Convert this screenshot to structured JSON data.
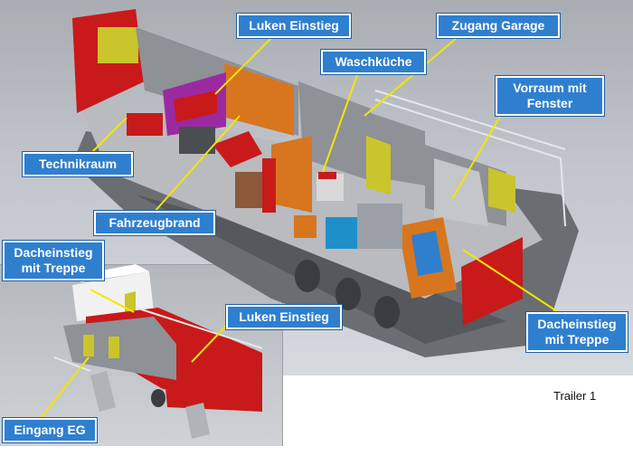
{
  "callouts": {
    "luken_einstieg_top": "Luken Einstieg",
    "zugang_garage": "Zugang Garage",
    "waschkueche": "Waschküche",
    "vorraum_line1": "Vorraum mit",
    "vorraum_line2": "Fenster",
    "technikraum": "Technikraum",
    "fahrzeugbrand": "Fahrzeugbrand",
    "dacheinstieg_right_line1": "Dacheinstieg",
    "dacheinstieg_right_line2": "mit Treppe",
    "dacheinstieg_inset_line1": "Dacheinstieg",
    "dacheinstieg_inset_line2": "mit Treppe",
    "luken_einstieg_inset": "Luken Einstieg",
    "eingang_eg": "Eingang EG"
  },
  "caption": "Trailer 1",
  "colors": {
    "callout_fill": "#2f7fcf",
    "leader_line": "#f2e600",
    "wall_red": "#c81a1a",
    "wall_orange": "#d7761e",
    "floor_gray": "#b9bbbe",
    "chassis_gray": "#6a6d71"
  }
}
